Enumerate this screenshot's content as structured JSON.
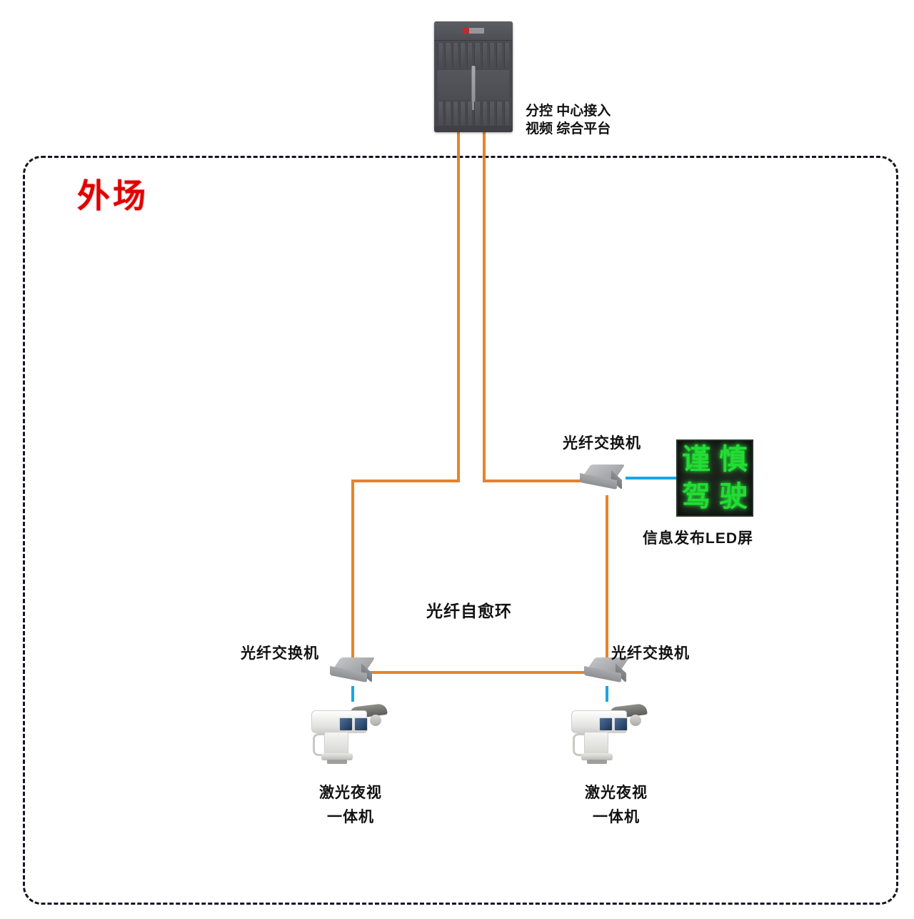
{
  "zone": {
    "title": "外场"
  },
  "server": {
    "label_line1": "分控 中心接入",
    "label_line2": "视频 综合平台",
    "icon": "rack-server-chassis"
  },
  "ring": {
    "label": "光纤自愈环"
  },
  "switches": [
    {
      "id": "switch-top-right",
      "label": "光纤交换机",
      "icon": "fiber-switch-icon"
    },
    {
      "id": "switch-bottom-left",
      "label": "光纤交换机",
      "icon": "fiber-switch-icon"
    },
    {
      "id": "switch-bottom-right",
      "label": "光纤交换机",
      "icon": "fiber-switch-icon"
    }
  ],
  "led_screen": {
    "label": "信息发布LED屏",
    "chars": [
      "谨",
      "慎",
      "驾",
      "驶"
    ],
    "text_color": "#22dd33",
    "screen_color": "#1d221d"
  },
  "cameras": [
    {
      "id": "camera-left",
      "label_line1": "激光夜视",
      "label_line2": "一体机",
      "icon": "ptz-laser-camera-icon"
    },
    {
      "id": "camera-right",
      "label_line1": "激光夜视",
      "label_line2": "一体机",
      "icon": "ptz-laser-camera-icon"
    }
  ],
  "colors": {
    "fiber_link": "#e8822a",
    "video_link": "#16a6e8",
    "zone_title": "#e00000",
    "zone_border": "#141422"
  }
}
